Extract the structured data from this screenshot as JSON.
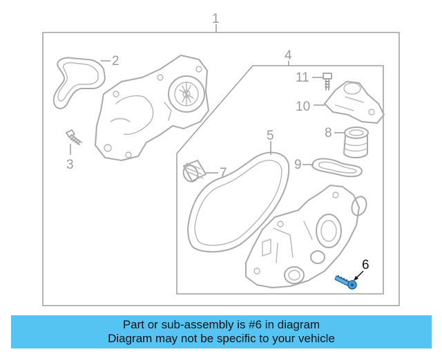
{
  "diagram": {
    "callouts": {
      "c1": "1",
      "c2": "2",
      "c3": "3",
      "c4": "4",
      "c5": "5",
      "c6": "6",
      "c7": "7",
      "c8": "8",
      "c9": "9",
      "c10": "10",
      "c11": "11"
    },
    "highlight_color": "#3b9fd6"
  },
  "banner": {
    "line1": "Part or sub-assembly is #6 in diagram",
    "line2": "Diagram may not be specific to your vehicle",
    "color": "#55c4f3"
  }
}
